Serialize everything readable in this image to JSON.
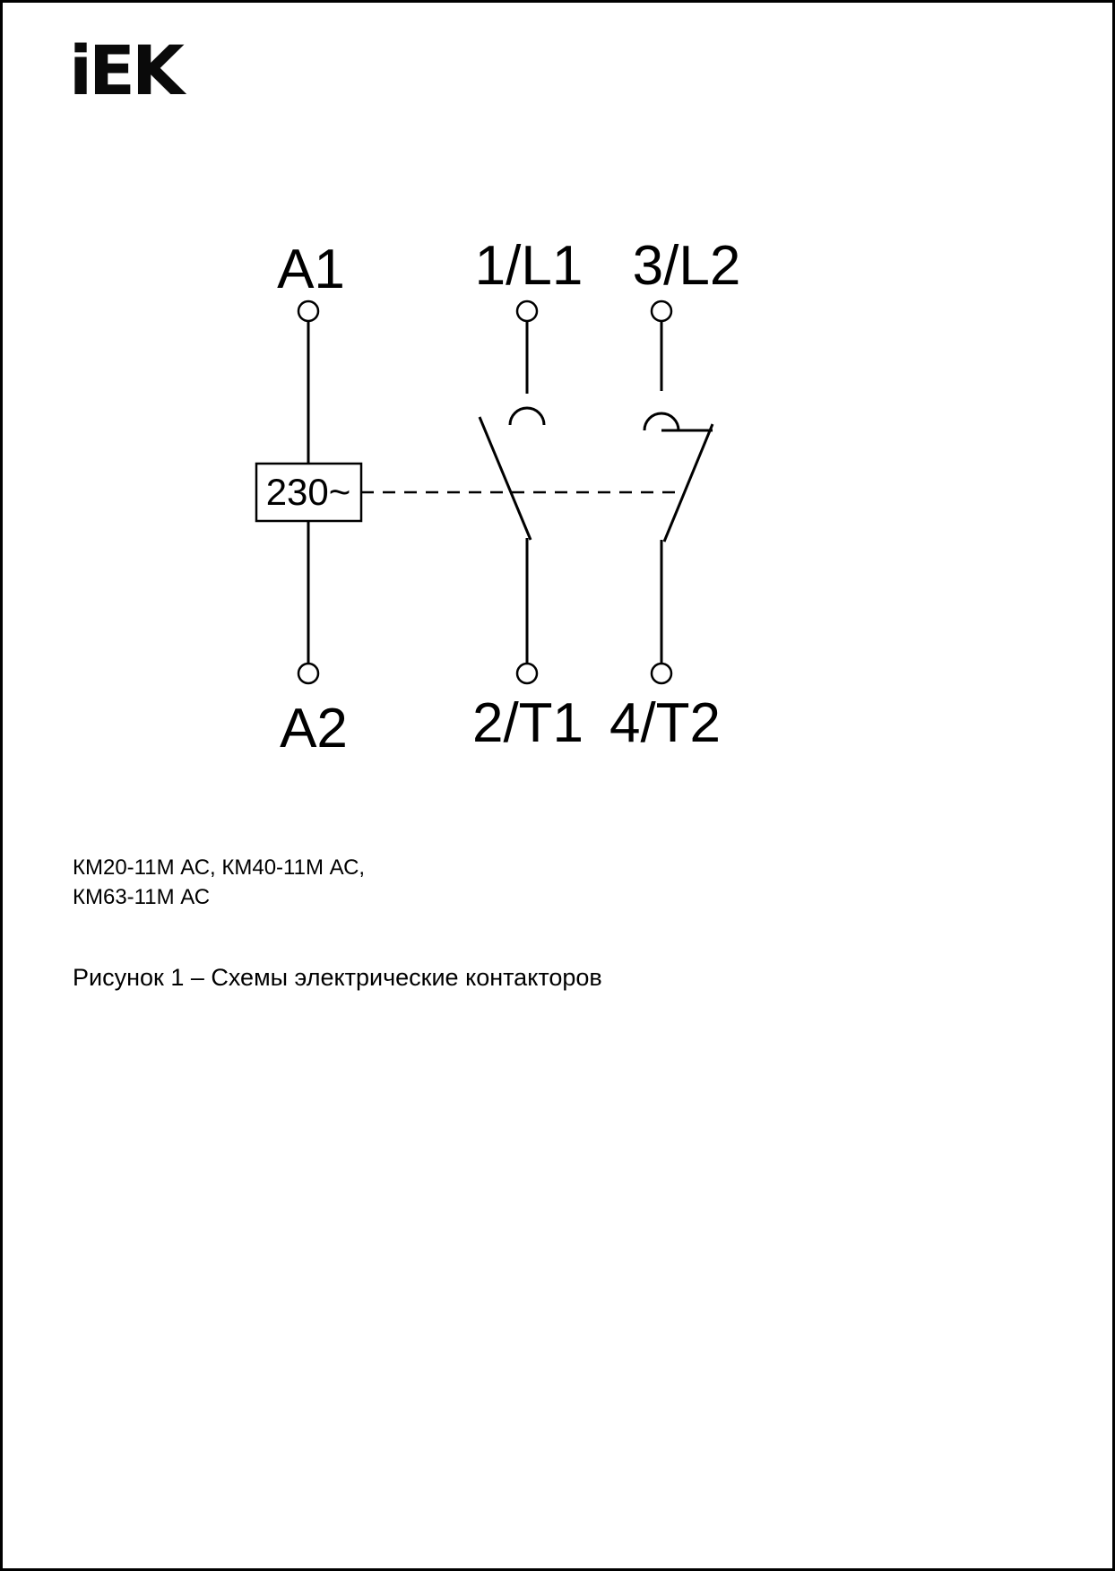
{
  "logo": {
    "text": "iEK"
  },
  "diagram": {
    "labels": {
      "a1": "A1",
      "a2": "A2",
      "l1": "1/L1",
      "l2": "3/L2",
      "t1": "2/T1",
      "t2": "4/T2",
      "coil": "230~"
    }
  },
  "footer": {
    "models_line1": "КМ20-11М АС, КМ40-11М АС,",
    "models_line2": "КМ63-11М АС",
    "caption": "Рисунок 1 – Схемы электрические контакторов"
  }
}
